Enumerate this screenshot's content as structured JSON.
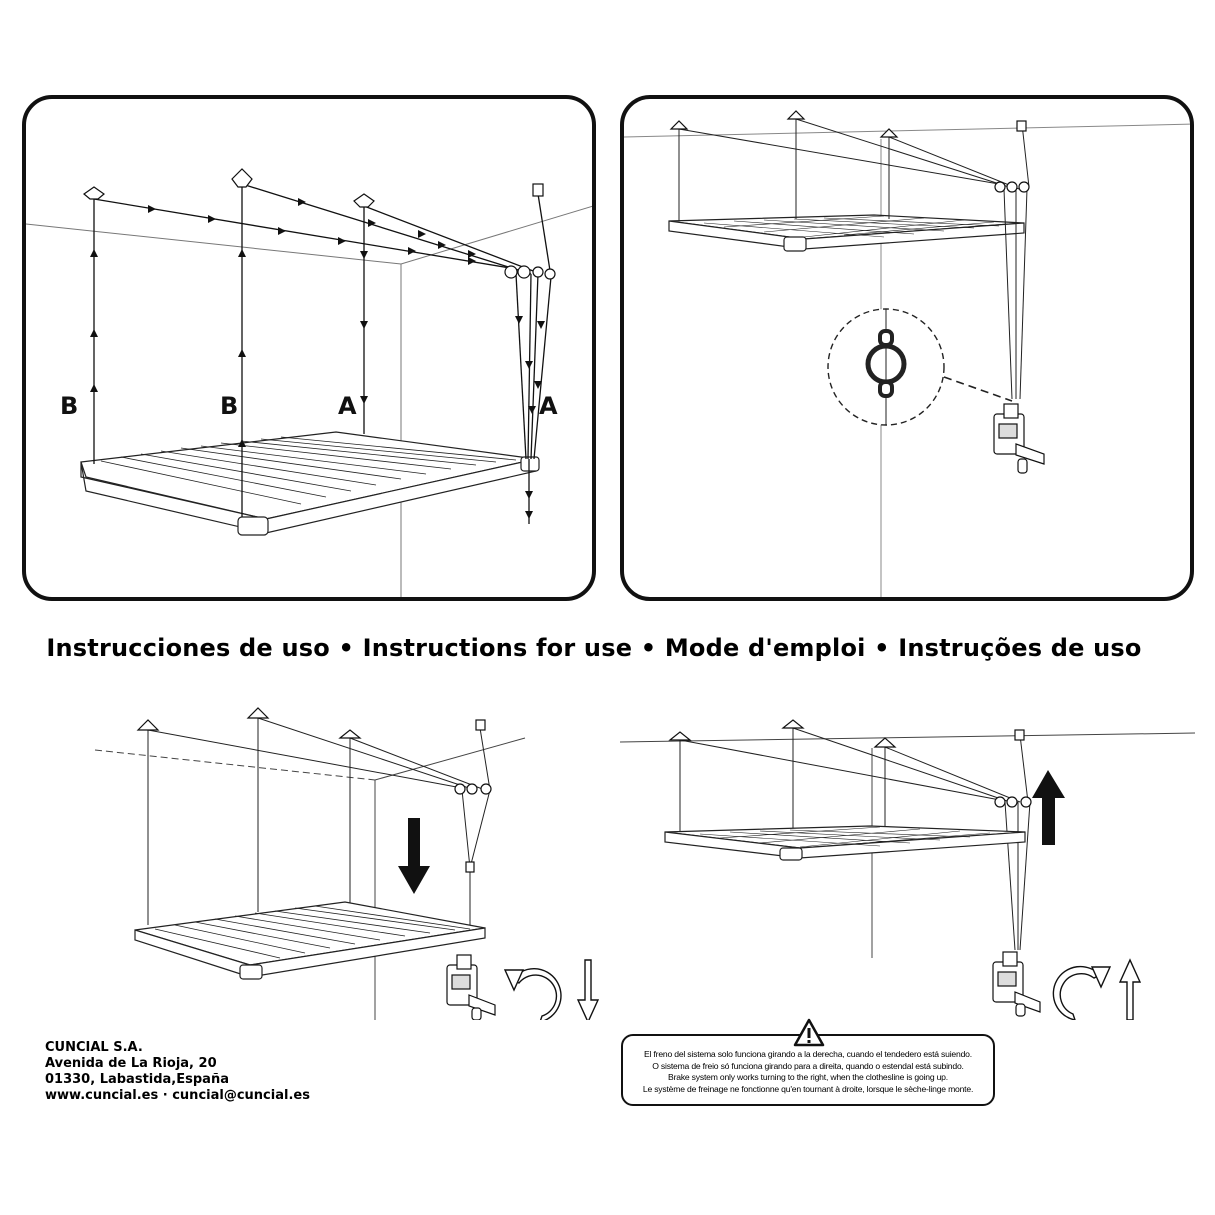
{
  "title": "Instrucciones de uso • Instructions for use • Mode d'emploi • Instruções de uso",
  "labels": {
    "b1": "B",
    "b2": "B",
    "a1": "A",
    "a2": "A"
  },
  "company": {
    "name": "CUNCIAL S.A.",
    "street": "Avenida de La Rioja, 20",
    "city": "01330, Labastida,España",
    "web": "www.cuncial.es · cuncial@cuncial.es"
  },
  "warning": {
    "es": "El freno del sistema solo funciona girando a la derecha, cuando el tendedero está suiendo.",
    "pt": "O sistema de freio só funciona girando para a direita, quando o estendal está subindo.",
    "en": "Brake system only works turning to the right, when the clothesline is going up.",
    "fr": "Le système de freinage ne fonctionne qu'en tournant à droite, lorsque le sèche-linge monte."
  }
}
